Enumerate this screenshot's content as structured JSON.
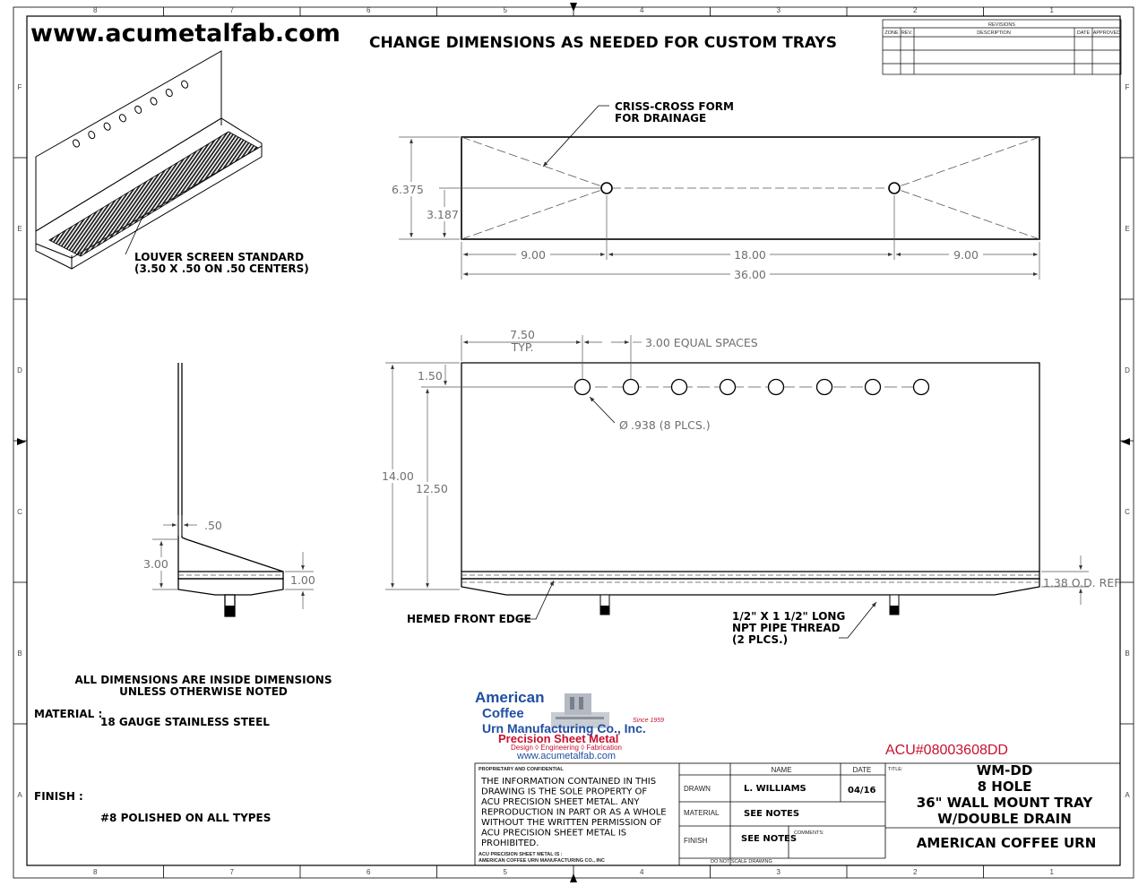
{
  "header": {
    "website": "www.acumetalfab.com",
    "headline": "CHANGE DIMENSIONS AS NEEDED FOR CUSTOM TRAYS"
  },
  "border_zones": {
    "columns": [
      "8",
      "7",
      "6",
      "5",
      "4",
      "3",
      "2",
      "1"
    ],
    "rows": [
      "F",
      "E",
      "D",
      "C",
      "B",
      "A"
    ]
  },
  "revisions": {
    "title": "REVISIONS",
    "columns": [
      "ZONE",
      "REV.",
      "DESCRIPTION",
      "DATE",
      "APPROVED"
    ]
  },
  "iso_view": {
    "callout_line1": "LOUVER SCREEN STANDARD",
    "callout_line2": "(3.50 X .50 ON .50 CENTERS)"
  },
  "top_view": {
    "callout_line1": "CRISS-CROSS FORM",
    "callout_line2": "FOR DRAINAGE",
    "dims": {
      "depth": "6.375",
      "half_depth": "3.187",
      "left_offset": "9.00",
      "drain_spacing": "18.00",
      "right_offset": "9.00",
      "length": "36.00"
    }
  },
  "front_view": {
    "dims": {
      "first_hole": "7.50",
      "first_hole_typ": "TYP.",
      "spacing": "3.00 EQUAL SPACES",
      "hole_from_top": "1.50",
      "hole_dia": ".938 (8 PLCS.)",
      "dia_symbol": "Ø",
      "total_height": "14.00",
      "splash_height": "12.50",
      "od_ref": "1.38 O.D. REF."
    },
    "callout_hem": "HEMED FRONT EDGE",
    "callout_pipe_line1": "1/2\" X 1 1/2\" LONG",
    "callout_pipe_line2": "NPT PIPE THREAD",
    "callout_pipe_line3": "(2 PLCS.)",
    "hole_count": 8
  },
  "side_view": {
    "dims": {
      "thickness": ".50",
      "tray_height": "3.00",
      "drain_height": "1.00"
    }
  },
  "notes": {
    "inside_line1": "ALL DIMENSIONS ARE INSIDE DIMENSIONS",
    "inside_line2": "UNLESS OTHERWISE NOTED",
    "material_label": "MATERIAL :",
    "material_value": "18 GAUGE STAINLESS STEEL",
    "finish_label": "FINISH :",
    "finish_value": "#8 POLISHED ON ALL TYPES"
  },
  "logo": {
    "line1": "American",
    "line2": "Coffee",
    "line3": "Urn Manufacturing Co., Inc.",
    "since": "Since 1959",
    "line4": "Precision Sheet Metal",
    "line5": "Design ◊ Engineering ◊ Fabrication",
    "url": "www.acumetalfab.com",
    "colors": {
      "blue": "#1f4fa3",
      "red": "#c8102e"
    }
  },
  "part_number": "ACU#08003608DD",
  "title_block": {
    "proprietary_title": "PROPRIETARY AND CONFIDENTIAL",
    "proprietary_lines": [
      "THE INFORMATION CONTAINED IN THIS",
      "DRAWING IS THE SOLE PROPERTY OF",
      "ACU PRECISION SHEET METAL.  ANY",
      "REPRODUCTION IN PART OR AS A WHOLE",
      "WITHOUT THE WRITTEN PERMISSION OF",
      "ACU PRECISION SHEET METAL IS",
      "PROHIBITED."
    ],
    "footer_line1": "ACU PRECISION SHEET METAL IS :",
    "footer_line2": "AMERICAN COFFEE URN MANUFACTURING CO., INC",
    "name_header": "NAME",
    "date_header": "DATE",
    "drawn_label": "DRAWN",
    "drawn_name": "L. WILLIAMS",
    "drawn_date": "04/16",
    "material_label": "MATERIAL",
    "material_value": "SEE NOTES",
    "finish_label": "FINISH",
    "finish_value": "SEE NOTES",
    "comments_label": "COMMENTS:",
    "do_not_scale": "DO NOT SCALE DRAWING",
    "title_label": "TITLE:",
    "title_lines": [
      "WM-DD",
      "8 HOLE",
      "36\" WALL MOUNT TRAY",
      "W/DOUBLE DRAIN"
    ],
    "company": "AMERICAN COFFEE URN"
  }
}
